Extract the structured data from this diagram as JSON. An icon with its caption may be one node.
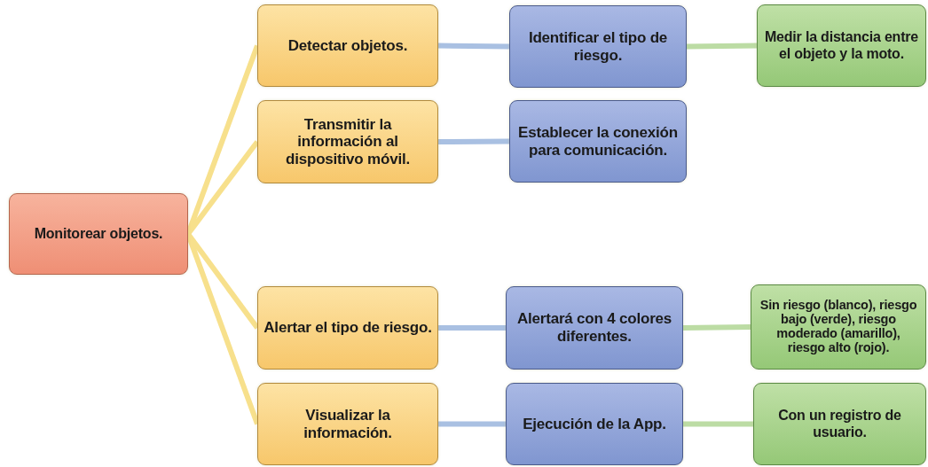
{
  "diagram": {
    "nodes": [
      {
        "text": [
          "Monitorear objetos."
        ]
      },
      {
        "text": [
          "Detectar objetos."
        ]
      },
      {
        "text": [
          "Transmitir la información al dispositivo móvil."
        ]
      },
      {
        "text": [
          "Alertar el tipo de riesgo."
        ]
      },
      {
        "text": [
          "Visualizar la información."
        ]
      },
      {
        "text": [
          "Identificar el tipo de riesgo."
        ]
      },
      {
        "text": [
          "Establecer la conexión para comunicación."
        ]
      },
      {
        "text": [
          "Alertará con 4 colores diferentes."
        ]
      },
      {
        "text": [
          "Ejecución de la App."
        ]
      },
      {
        "text": [
          "Medir la distancia entre el objeto y la moto."
        ]
      },
      {
        "text": [
          "Sin riesgo (blanco), riesgo bajo (verde), riesgo moderado (amarillo), riesgo alto (rojo)."
        ]
      },
      {
        "text": [
          "Con un registro de usuario."
        ]
      }
    ],
    "edges": [
      {
        "from": 0,
        "to": 1,
        "arrow": "none",
        "color": "#f7e08c"
      },
      {
        "from": 0,
        "to": 2,
        "arrow": "none",
        "color": "#f7e08c"
      },
      {
        "from": 0,
        "to": 3,
        "arrow": "none",
        "color": "#f7e08c"
      },
      {
        "from": 0,
        "to": 4,
        "arrow": "none",
        "color": "#f7e08c"
      },
      {
        "from": 1,
        "to": 5,
        "arrow": "none",
        "color": "#a9c0e2"
      },
      {
        "from": 2,
        "to": 6,
        "arrow": "none",
        "color": "#a9c0e2"
      },
      {
        "from": 3,
        "to": 7,
        "arrow": "none",
        "color": "#a9c0e2"
      },
      {
        "from": 4,
        "to": 8,
        "arrow": "none",
        "color": "#a9c0e2"
      },
      {
        "from": 5,
        "to": 9,
        "arrow": "none",
        "color": "#bcdca4"
      },
      {
        "from": 7,
        "to": 10,
        "arrow": "none",
        "color": "#bcdca4"
      },
      {
        "from": 8,
        "to": 11,
        "arrow": "none",
        "color": "#bcdca4"
      }
    ]
  }
}
